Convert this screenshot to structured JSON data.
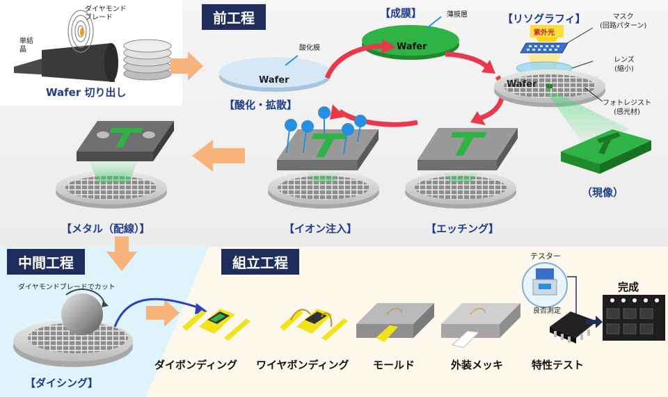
{
  "sections": {
    "front": "前工程",
    "middle": "中間工程",
    "assembly": "組立工程"
  },
  "ingot": {
    "title": "Wafer 切り出し",
    "blade_label": "ダイヤモンド\nブレード",
    "crystal_label": "単結\n晶"
  },
  "front_steps": {
    "oxidation": {
      "title": "【酸化・拡散】",
      "note": "酸化膜",
      "wafer": "Wafer"
    },
    "film": {
      "title": "【成膜】",
      "note": "薄膜層",
      "wafer": "Wafer"
    },
    "litho": {
      "title": "【リソグラフィ】",
      "uv": "紫外光",
      "mask": "マスク\n(回路パターン)",
      "lens": "レンズ\n(縮小)",
      "resist": "フォトレジスト\n(感光材)",
      "wafer": "Wafer"
    },
    "develop": {
      "title": "（現像）"
    },
    "etching": {
      "title": "【エッチング】"
    },
    "ion": {
      "title": "【イオン注入】"
    },
    "metal": {
      "title": "【メタル（配線）】"
    }
  },
  "middle_step": {
    "title": "【ダイシング】",
    "note": "ダイヤモンドブレードでカット"
  },
  "assembly_steps": {
    "die_bond": "ダイボンディング",
    "wire_bond": "ワイヤボンディング",
    "mold": "モールド",
    "plating": "外装メッキ",
    "test": "特性テスト",
    "tester": "テスター",
    "pass_fail": "良否測定",
    "done": "完成"
  },
  "colors": {
    "navy": "#1f2d5c",
    "arrow_orange": "#f7b37a",
    "cycle_red": "#e8394a",
    "green": "#22a33a",
    "ion_blue": "#2a8ee0",
    "gold": "#f2e21b"
  }
}
